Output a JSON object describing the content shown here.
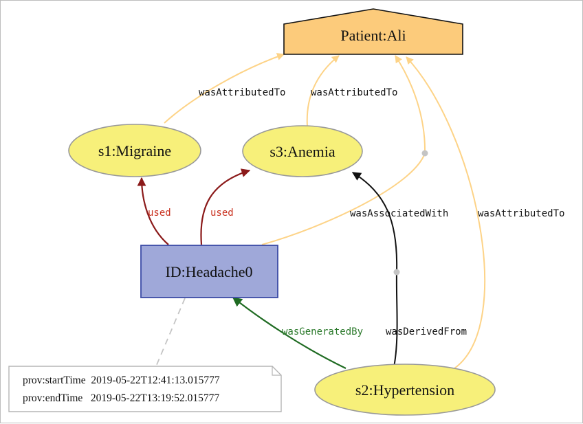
{
  "nodes": {
    "patient": {
      "label": "Patient:Ali"
    },
    "migraine": {
      "label": "s1:Migraine"
    },
    "anemia": {
      "label": "s3:Anemia"
    },
    "headache": {
      "label": "ID:Headache0"
    },
    "hypertension": {
      "label": "s2:Hypertension"
    }
  },
  "edges": {
    "migraine_attributed": {
      "label": "wasAttributedTo"
    },
    "anemia_attributed": {
      "label": "wasAttributedTo"
    },
    "used_migraine": {
      "label": "used"
    },
    "used_anemia": {
      "label": "used"
    },
    "associated_with": {
      "label": "wasAssociatedWith"
    },
    "hypertension_attributed": {
      "label": "wasAttributedTo"
    },
    "generated_by": {
      "label": "wasGeneratedBy"
    },
    "derived_from": {
      "label": "wasDerivedFrom"
    }
  },
  "note": {
    "start": "prov:startTime  2019-05-22T12:41:13.015777",
    "end": "prov:endTime   2019-05-22T13:19:52.015777"
  },
  "colors": {
    "attributed": "#fdd387",
    "used": "#8b1a1a",
    "generated": "#1f6b22",
    "derived": "#111111",
    "entity_fill": "#f7f07a",
    "agent_fill": "#fccb7b",
    "activity_fill": "#9fa8d9",
    "used_label": "#c9301e",
    "generated_label": "#2c7a2c"
  }
}
